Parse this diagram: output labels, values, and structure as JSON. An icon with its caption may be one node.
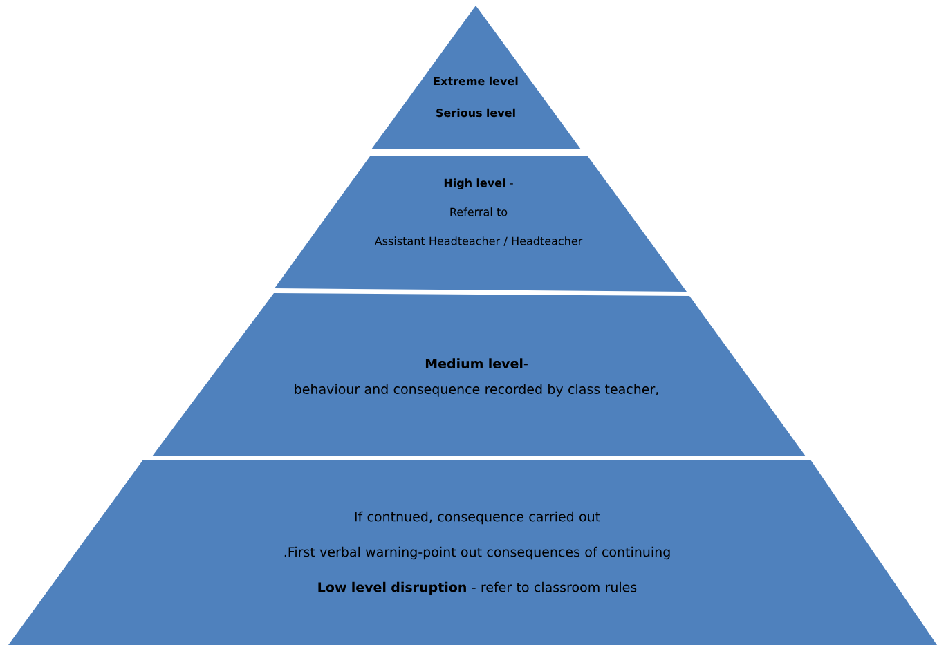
{
  "diagram": {
    "nodes": [
      {
        "text": [
          "Extreme level",
          "Serious level"
        ]
      },
      {
        "text": [
          "**High level** -",
          "Referral to",
          "Assistant Headteacher / Headteacher"
        ]
      },
      {
        "text": [
          "**Medium level**-",
          "behaviour and consequence recorded by class teacher,"
        ]
      },
      {
        "text": [
          "If contnued, consequence carried out",
          ".First verbal warning-point out consequences of continuing",
          "**Low level disruption** -  refer to classroom rules"
        ]
      }
    ]
  }
}
